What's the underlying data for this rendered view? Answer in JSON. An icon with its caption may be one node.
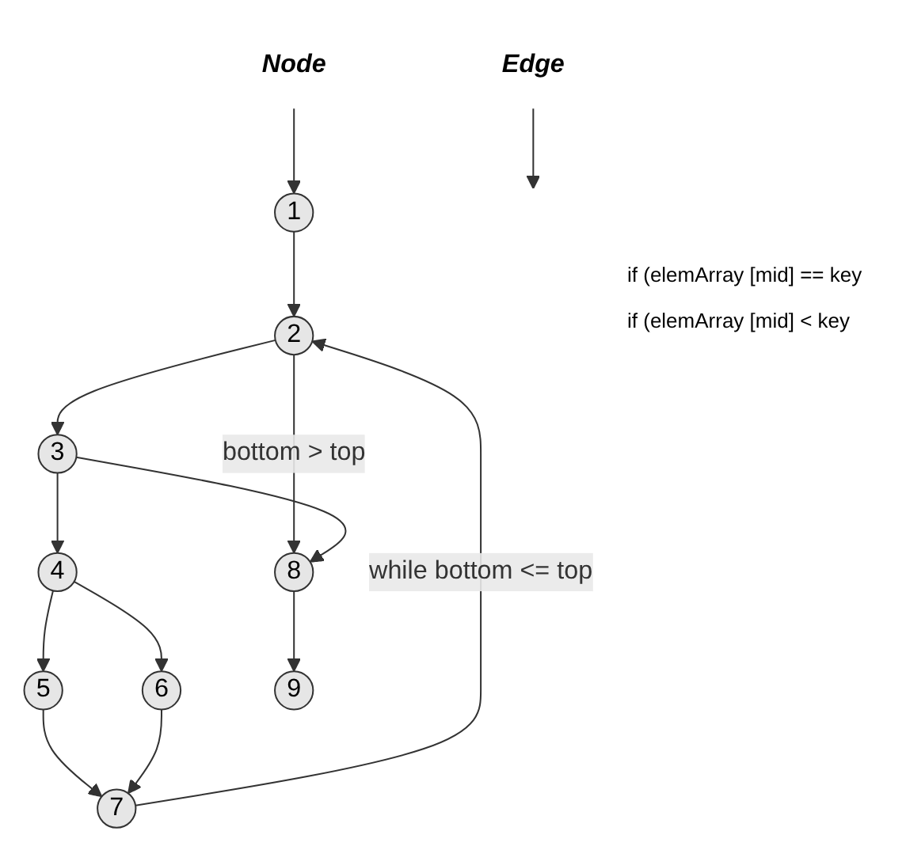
{
  "diagram": {
    "nodes": [
      {
        "text": [
          "1"
        ]
      },
      {
        "text": [
          "2"
        ]
      },
      {
        "text": [
          "3"
        ]
      },
      {
        "text": [
          "4"
        ]
      },
      {
        "text": [
          "5"
        ]
      },
      {
        "text": [
          "6"
        ]
      },
      {
        "text": [
          "7"
        ]
      },
      {
        "text": [
          "8"
        ]
      },
      {
        "text": [
          "9"
        ]
      },
      {
        "text": [
          "Node"
        ]
      },
      {
        "text": [
          "Edge"
        ]
      }
    ],
    "edges": [
      {
        "from": 0,
        "to": 1,
        "arrow": "to"
      },
      {
        "from": 1,
        "to": 2,
        "arrow": "to"
      },
      {
        "from": 1,
        "to": 7,
        "arrow": "to",
        "label": "bottom > top"
      },
      {
        "from": 2,
        "to": 7,
        "arrow": "to"
      },
      {
        "from": 2,
        "to": 3,
        "arrow": "to"
      },
      {
        "from": 3,
        "to": 4,
        "arrow": "to"
      },
      {
        "from": 3,
        "to": 5,
        "arrow": "to"
      },
      {
        "from": 4,
        "to": 6,
        "arrow": "to"
      },
      {
        "from": 5,
        "to": 6,
        "arrow": "to"
      },
      {
        "from": 6,
        "to": 1,
        "arrow": "to",
        "label": "while bottom <= top"
      },
      {
        "from": 7,
        "to": 8,
        "arrow": "to"
      },
      {
        "from": 9,
        "to": 0,
        "arrow": "to"
      },
      {
        "from": 10,
        "to": null,
        "arrow": "to"
      }
    ],
    "labels": [
      "if (elemArray [mid] == key",
      "if (elemArray [mid] < key"
    ]
  }
}
